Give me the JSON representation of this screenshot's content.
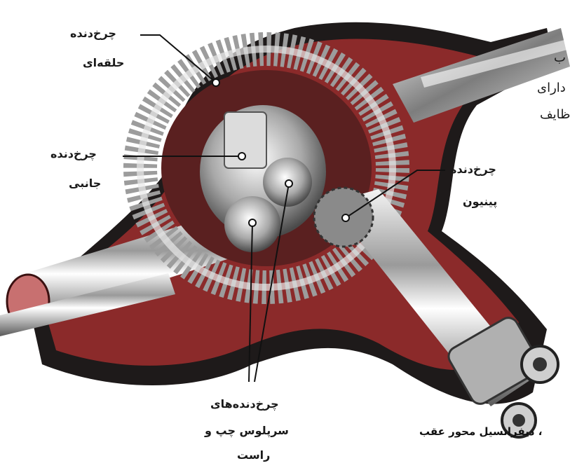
{
  "labels": {
    "ring_gear": [
      "چرخ‌دنده",
      "حلقه‌ای"
    ],
    "side_gear": [
      "چرخ‌دنده",
      "جانبی"
    ],
    "pinion_gear": [
      "چرخ‌دنده",
      "پینیون"
    ],
    "spider_gears": [
      "چرخ‌دنده‌های",
      "سرپلوس چپ و",
      "راست"
    ]
  },
  "side_text": [
    "ب",
    "دارای",
    "ظایف"
  ],
  "caption": "، دیفرانسیل محور عقب"
}
